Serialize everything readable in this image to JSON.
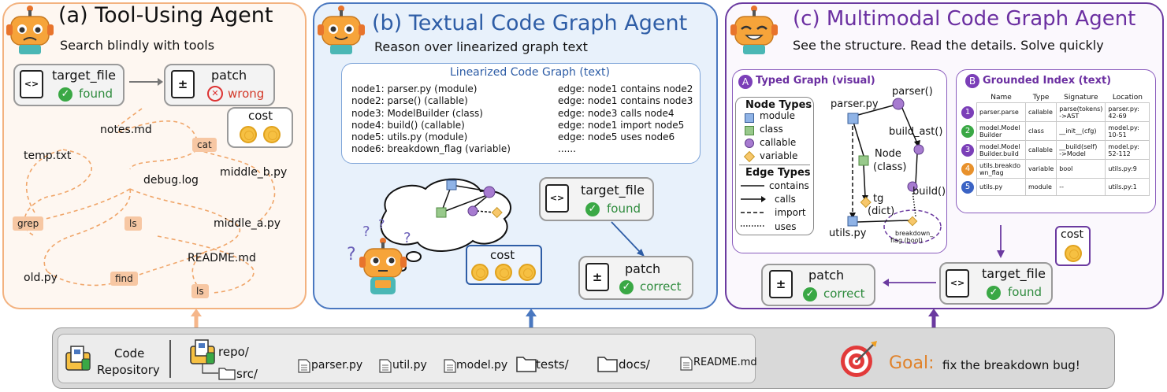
{
  "colors": {
    "panel_a_border": "#f3b27f",
    "panel_a_bg": "#fef7f1",
    "panel_b_border": "#4a78c0",
    "panel_b_bg": "#e8f1fb",
    "panel_c_border": "#6b3aa0",
    "panel_c_bg": "#fbf8fd",
    "panel_b_title": "#2e5da6",
    "panel_c_title": "#6b2fa1",
    "found": "#2e8b3d",
    "wrong": "#d33a2a",
    "goal": "#e0822a",
    "module": "#8fb3e6",
    "class": "#98c98b",
    "callable": "#a77bd0",
    "variable": "#f7c76b"
  },
  "panel_a": {
    "title": "(a) Tool-Using Agent",
    "subtitle": "Search blindly with tools",
    "target_label": "target_file",
    "target_status": "found",
    "patch_label": "patch",
    "patch_status": "wrong",
    "cost_label": "cost",
    "files": [
      "notes.md",
      "temp.txt",
      "debug.log",
      "middle_b.py",
      "middle_a.py",
      "README.md",
      "old.py"
    ],
    "tools": [
      "cat",
      "grep",
      "ls",
      "find",
      "ls"
    ]
  },
  "panel_b": {
    "title": "(b) Textual Code Graph Agent",
    "subtitle": "Reason over linearized graph text",
    "graph_title": "Linearized Code Graph (text)",
    "nodes": [
      "node1: parser.py (module)",
      "node2: parse() (callable)",
      "node3: ModelBuilder (class)",
      "node4: build() (callable)",
      "node5: utils.py (module)",
      "node6: breakdown_flag (variable)"
    ],
    "edges": [
      "edge: node1 contains node2",
      "edge: node1 contains node3",
      "edge: node3 calls node4",
      "edge: node1 import node5",
      "edge: node5 uses node6",
      "......"
    ],
    "target_label": "target_file",
    "target_status": "found",
    "cost_label": "cost",
    "patch_label": "patch",
    "patch_status": "correct"
  },
  "panel_c": {
    "title": "(c) Multimodal Code Graph Agent",
    "subtitle": "See the structure. Read the details. Solve quickly",
    "typed_graph": {
      "badge": "A",
      "title": "Typed Graph (visual)",
      "node_types_title": "Node Types",
      "node_types": [
        "module",
        "class",
        "callable",
        "variable"
      ],
      "edge_types_title": "Edge Types",
      "edge_types": [
        "contains",
        "calls",
        "import",
        "uses"
      ],
      "graph_labels": {
        "parser_py": "parser.py",
        "parser_fn": "parser()",
        "build_ast": "build_ast()",
        "node_class_1": "Node",
        "node_class_2": "(class)",
        "build_fn": "build()",
        "tg_1": "tg",
        "tg_2": "(dict)",
        "utils_py": "utils.py",
        "flag_1": "breakdown_",
        "flag_2": "flag (bool)"
      }
    },
    "grounded_index": {
      "badge": "B",
      "title": "Grounded Index (text)",
      "columns": [
        "Name",
        "Type",
        "Signature",
        "Location"
      ],
      "rows": [
        {
          "num": "1",
          "name": "parser.parse",
          "type": "callable",
          "signature": "parse(tokens)\n->AST",
          "location": "parser.py:\n42-69"
        },
        {
          "num": "2",
          "name": "model.Model\nBuilder",
          "type": "class",
          "signature": "__init__(cfg)",
          "location": "model.py:\n10-51"
        },
        {
          "num": "3",
          "name": "model.Model\nBuilder.build",
          "type": "callable",
          "signature": "__build(self)\n->Model",
          "location": "model.py:\n52-112"
        },
        {
          "num": "4",
          "name": "utils.breakdo\nwn_flag",
          "type": "variable",
          "signature": "bool",
          "location": "utils.py:9"
        },
        {
          "num": "5",
          "name": "utils.py",
          "type": "module",
          "signature": "--",
          "location": "utils.py:1"
        }
      ]
    },
    "cost_label": "cost",
    "target_label": "target_file",
    "target_status": "found",
    "patch_label": "patch",
    "patch_status": "correct"
  },
  "repo_bar": {
    "repo_label_1": "Code",
    "repo_label_2": "Repository",
    "root": "repo/",
    "src": "src/",
    "files": [
      "parser.py",
      "util.py",
      "model.py",
      "tests/",
      "docs/",
      "README.md"
    ],
    "goal_label": "Goal:",
    "goal_text": "fix the breakdown bug!"
  },
  "icons": [
    "robot-sad-icon",
    "robot-happy-icon",
    "robot-grin-icon",
    "code-file-icon",
    "patch-file-icon",
    "checkmark-icon",
    "x-circle-icon",
    "coin-icon",
    "folder-icon",
    "document-icon",
    "target-icon"
  ]
}
